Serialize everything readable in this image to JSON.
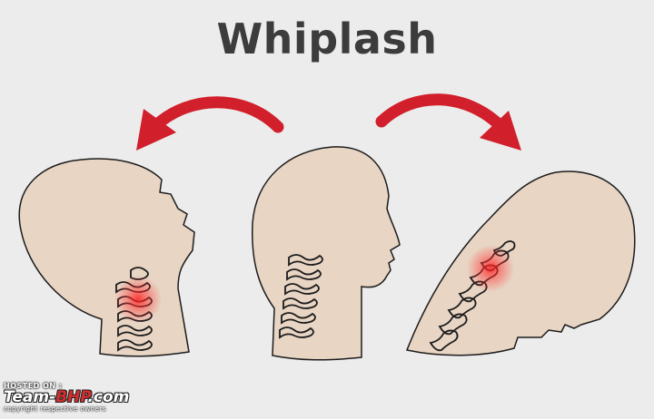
{
  "title": "Whiplash",
  "watermark": {
    "hosted": "HOSTED ON :",
    "brand_a": "Team-",
    "brand_b": "BHP",
    "brand_c": ".com",
    "copyright": "copyright respective owners"
  },
  "colors": {
    "skin": "#e8d5c4",
    "outline": "#1c1c1c",
    "arrow": "#d11f2b",
    "pain": "#ff2a2a",
    "background": "#ececec"
  },
  "panels": [
    {
      "pose": "head-tilted-back",
      "pain_marker": true
    },
    {
      "pose": "head-neutral",
      "pain_marker": false
    },
    {
      "pose": "head-bent-forward",
      "pain_marker": true
    }
  ],
  "arrows": [
    {
      "direction": "backward"
    },
    {
      "direction": "forward"
    }
  ]
}
